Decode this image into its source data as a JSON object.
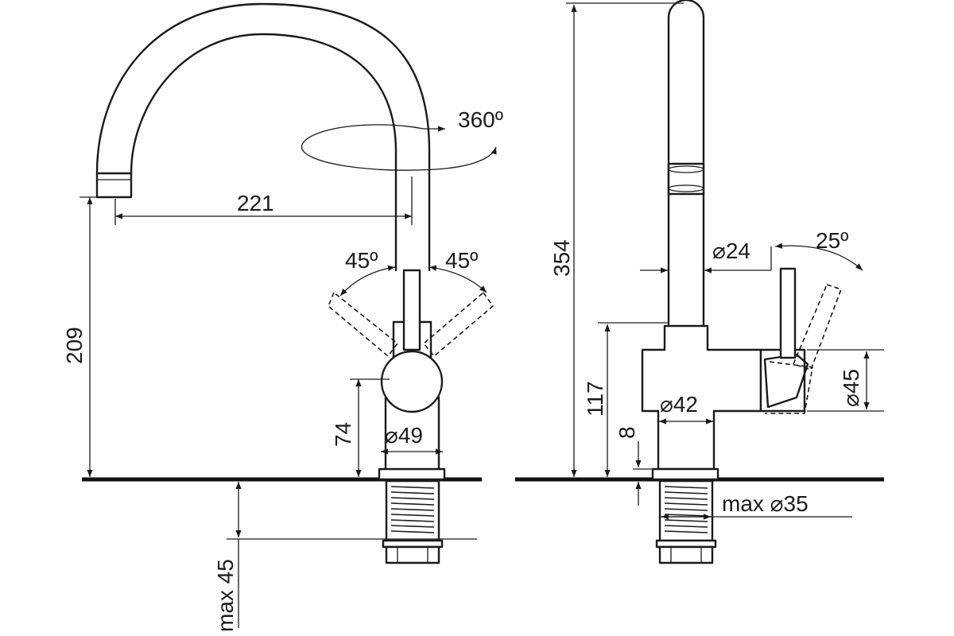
{
  "side_view": {
    "spout_reach": "221",
    "spout_height": "209",
    "rotation": "360º",
    "lever_angle_left": "45º",
    "lever_angle_right": "45º",
    "body_height": "74",
    "body_diameter": "⌀49",
    "counter_thickness": "max 45"
  },
  "front_view": {
    "total_height": "354",
    "spout_diameter": "⌀24",
    "lever_angle": "25º",
    "body_height": "117",
    "lever_diameter": "⌀45",
    "base_diameter": "⌀42",
    "base_height": "8",
    "hole_diameter": "max ⌀35"
  }
}
